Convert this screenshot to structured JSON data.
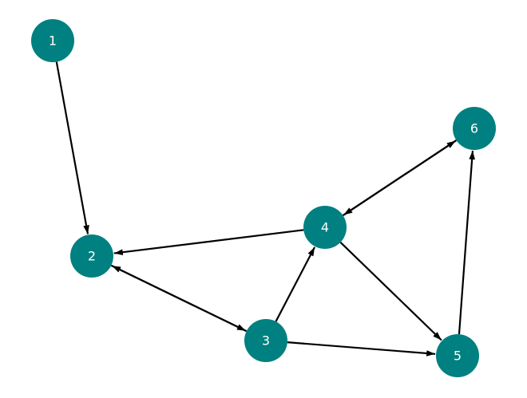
{
  "graph": {
    "directed": true,
    "node_color": "#008080",
    "label_color": "#ffffff",
    "edge_color": "#000000",
    "nodes": [
      {
        "id": "1",
        "label": "1"
      },
      {
        "id": "2",
        "label": "2"
      },
      {
        "id": "3",
        "label": "3"
      },
      {
        "id": "4",
        "label": "4"
      },
      {
        "id": "5",
        "label": "5"
      },
      {
        "id": "6",
        "label": "6"
      }
    ],
    "edges": [
      {
        "from": "1",
        "to": "2"
      },
      {
        "from": "2",
        "to": "3"
      },
      {
        "from": "3",
        "to": "2"
      },
      {
        "from": "3",
        "to": "4"
      },
      {
        "from": "3",
        "to": "5"
      },
      {
        "from": "4",
        "to": "2"
      },
      {
        "from": "4",
        "to": "5"
      },
      {
        "from": "4",
        "to": "6"
      },
      {
        "from": "6",
        "to": "4"
      },
      {
        "from": "5",
        "to": "6"
      }
    ]
  }
}
